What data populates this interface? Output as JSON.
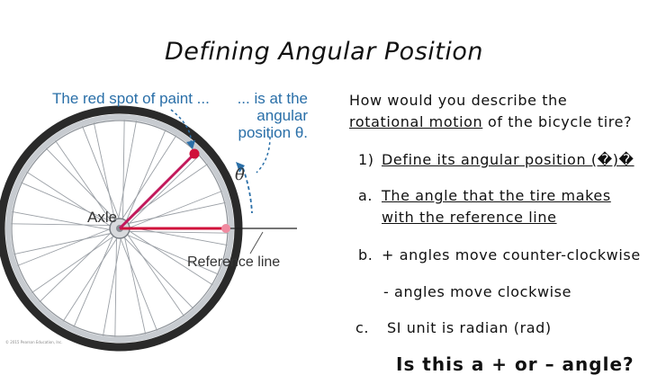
{
  "slide": {
    "title": "Defining Angular Position",
    "intro_1": "How would you describe the",
    "intro_2_underlined": "rotational motion",
    "intro_2_rest": " of the bicycle tire?",
    "item1_num": "1)",
    "item1_text": "Define its angular position (�)�",
    "a_marker": "a.",
    "a_line1": "The angle that the tire makes",
    "a_line2": "with the reference line",
    "b_marker": "b.",
    "b_line1": "+ angles move counter-clockwise",
    "b_line2": "- angles move clockwise",
    "c_marker": "c.",
    "c_text": "SI unit is radian (rad)",
    "bottom_cut": "Is this a + or – angle?"
  },
  "figure": {
    "label_left_1": "The red spot of paint ...",
    "label_right_1": "... is at the",
    "label_right_2": "angular",
    "label_right_3": "position θ.",
    "theta": "θ",
    "axle": "Axle",
    "reference_line": "Reference line",
    "copyright": "© 2015 Pearson Education, Inc.",
    "colors": {
      "label": "#2a6fa8",
      "paint": "#d0103a",
      "spot": "#f08aa0",
      "tire": "#2a2a2a",
      "rim": "#c7cbd0"
    }
  }
}
